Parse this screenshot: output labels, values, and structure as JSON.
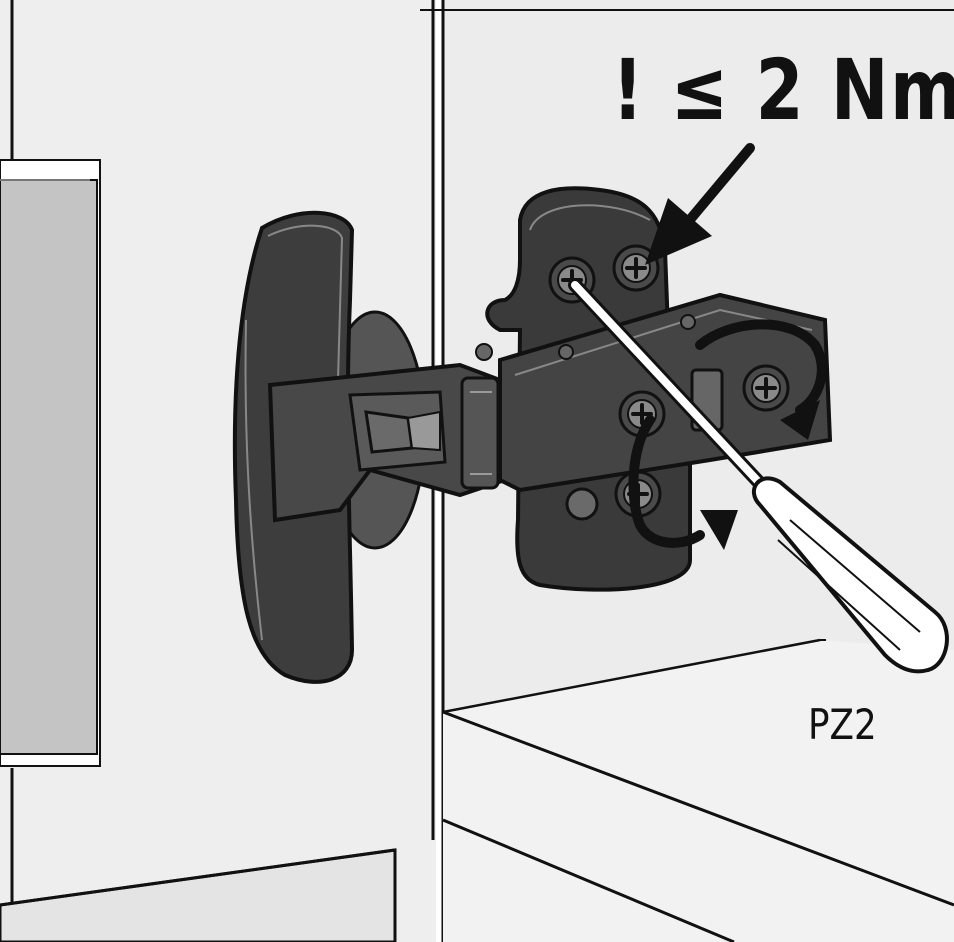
{
  "instruction": {
    "torque_label": "! ≤ 2 Nm",
    "bit_label": "PZ2"
  },
  "colors": {
    "cabinet_side": "#eeeeee",
    "door_front": "#c4c4c4",
    "hinge_dark": "#3a3a3a",
    "hinge_mid": "#4a4a4a",
    "outline": "#111111",
    "screwdriver_handle": "#ffffff"
  },
  "icons": {
    "arrow": "torque-pointer-arrow",
    "rotation": "rotation-arrow",
    "screw": "phillips-screw",
    "tool": "screwdriver"
  }
}
